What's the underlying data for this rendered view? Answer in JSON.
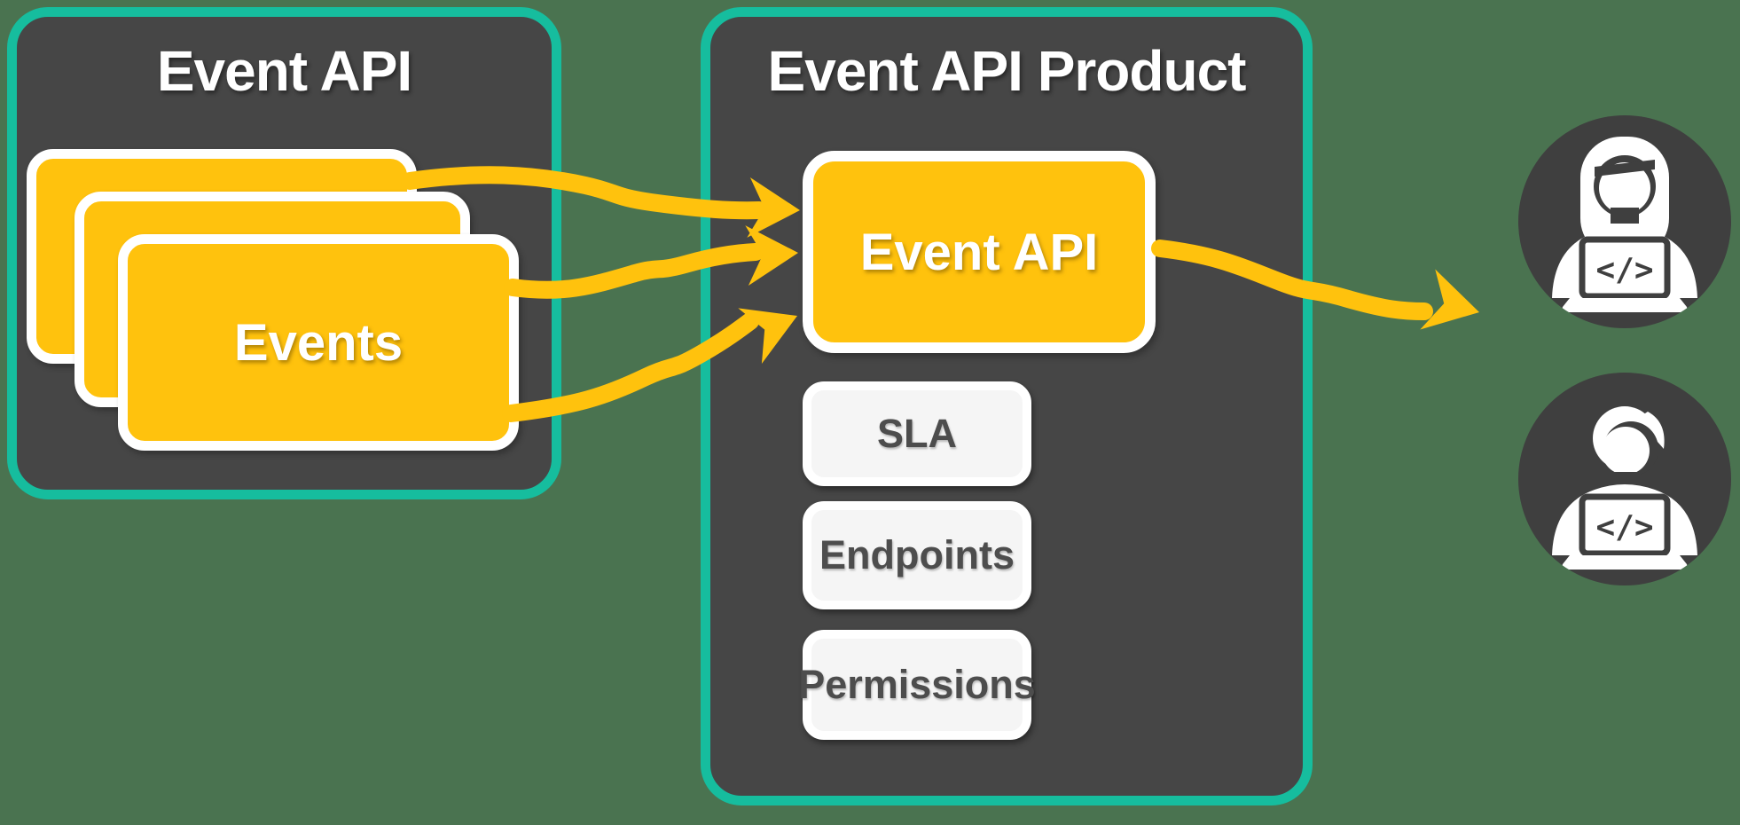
{
  "diagram_title": "Event API to Event API Product flow",
  "colors": {
    "background_green": "#4A7350",
    "panel_fill": "#464646",
    "panel_border_teal": "#16BD9E",
    "accent_yellow": "#FFC20D",
    "card_border_white": "#FFFFFF",
    "feature_box_fill": "#F5F5F5",
    "feature_text": "#4D4D4D",
    "developer_circle_fill": "#3F3F3F"
  },
  "left_panel": {
    "title": "Event API",
    "stacked_card_count": 3,
    "events_label": "Events"
  },
  "product_panel": {
    "title": "Event API Product",
    "api_box_label": "Event API",
    "feature_boxes": [
      {
        "label": "SLA"
      },
      {
        "label": "Endpoints"
      },
      {
        "label": "Permissions"
      }
    ]
  },
  "arrows": {
    "count_into_product": 3,
    "count_out_to_consumers": 1,
    "color": "#FFC20D"
  },
  "consumers": [
    {
      "icon": "female-developer-laptop-icon"
    },
    {
      "icon": "male-developer-laptop-icon"
    }
  ],
  "icons": {
    "code_glyph": "</>"
  }
}
